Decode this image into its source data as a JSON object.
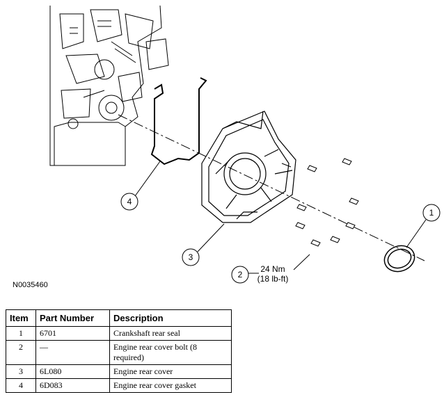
{
  "figure_id": "N0035460",
  "callouts": [
    {
      "number": "1"
    },
    {
      "number": "2",
      "torque_nm": "24 Nm",
      "torque_lbft": "(18 lb-ft)"
    },
    {
      "number": "3"
    },
    {
      "number": "4"
    }
  ],
  "table": {
    "headers": [
      "Item",
      "Part Number",
      "Description"
    ],
    "rows": [
      {
        "item": "1",
        "part_number": "6701",
        "description": "Crankshaft rear seal"
      },
      {
        "item": "2",
        "part_number": "—",
        "description": "Engine rear cover bolt (8 required)"
      },
      {
        "item": "3",
        "part_number": "6L080",
        "description": "Engine rear cover"
      },
      {
        "item": "4",
        "part_number": "6D083",
        "description": "Engine rear cover gasket"
      }
    ]
  }
}
